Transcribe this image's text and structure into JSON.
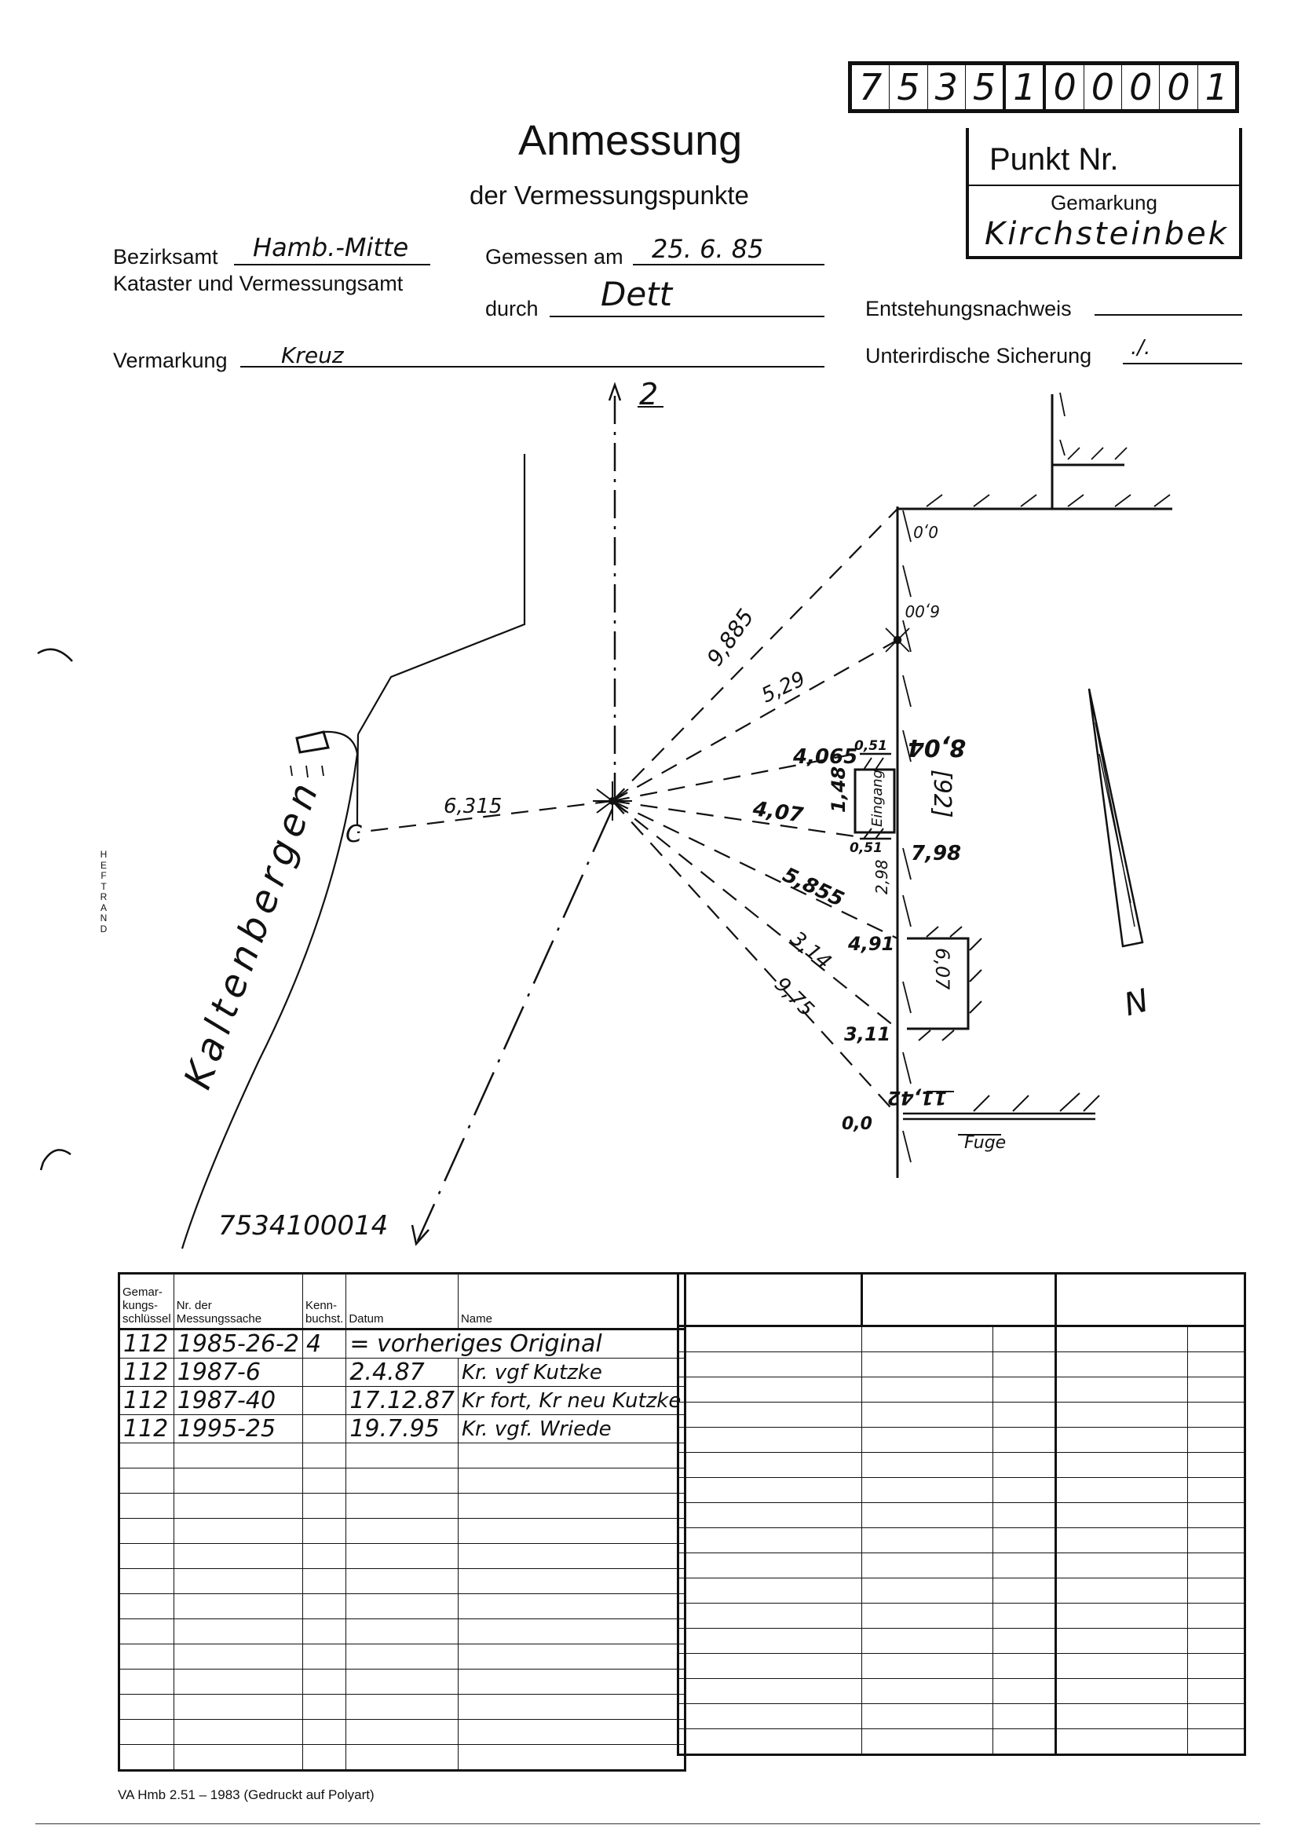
{
  "number_box": {
    "digits": [
      "7",
      "5",
      "3",
      "5",
      "1",
      "0",
      "0",
      "0",
      "0",
      "1"
    ]
  },
  "punkt": {
    "label": "Punkt Nr.",
    "gemarkung_label": "Gemarkung",
    "gemarkung_value": "Kirchsteinbek"
  },
  "header": {
    "title": "Anmessung",
    "subtitle": "der Vermessungspunkte",
    "bezirksamt_label": "Bezirksamt",
    "bezirksamt_value": "Hamb.-Mitte",
    "kataster_label": "Kataster und Vermessungsamt",
    "gemessen_label": "Gemessen am",
    "gemessen_value": "25. 6. 85",
    "durch_label": "durch",
    "durch_value": "Dett",
    "entstehung_label": "Entstehungsnachweis",
    "entstehung_value": "",
    "vermarkung_label": "Vermarkung",
    "vermarkung_value": "Kreuz",
    "unterirdisch_label": "Unterirdische Sicherung",
    "unterirdisch_value": "./."
  },
  "sketch": {
    "north_ref": "2",
    "south_ref": "7534100014",
    "street": "Kaltenbergen",
    "point_c": "C",
    "rays": [
      "9,885",
      "5,29",
      "4,065",
      "4,07",
      "5,855",
      "3,14",
      "9,75",
      "6,315"
    ],
    "right_line": [
      "0,0",
      "6,00",
      "8,04",
      "[92]",
      "7,98",
      "4,91",
      "3,11",
      "11,42",
      "0,0"
    ],
    "entrance": {
      "label": "Eingang",
      "width": "1,48",
      "top": "0,51",
      "bottom": "0,51",
      "offset": "2,98"
    },
    "box_lower": "6,07",
    "fuge": "Fuge",
    "north_letter": "N",
    "margin_label": "HEFTRAND"
  },
  "table_left": {
    "headers": [
      "Gemar-\nkungs-\nschlüssel",
      "Nr. der\nMessungssache",
      "Kenn-\nbuchst.",
      "Datum",
      "Name"
    ],
    "rows": [
      [
        "112",
        "1985-26-2",
        "4",
        "= vorheriges Original",
        ""
      ],
      [
        "112",
        "1987-6",
        "",
        "2.4.87",
        "Kr. vgf Kutzke"
      ],
      [
        "112",
        "1987-40",
        "",
        "17.12.87",
        "Kr fort, Kr neu Kutzke"
      ],
      [
        "112",
        "1995-25",
        "",
        "19.7.95",
        "Kr. vgf. Wriede"
      ]
    ],
    "empty_rows": 13
  },
  "footer": "VA Hmb 2.51 – 1983 (Gedruckt auf Polyart)"
}
